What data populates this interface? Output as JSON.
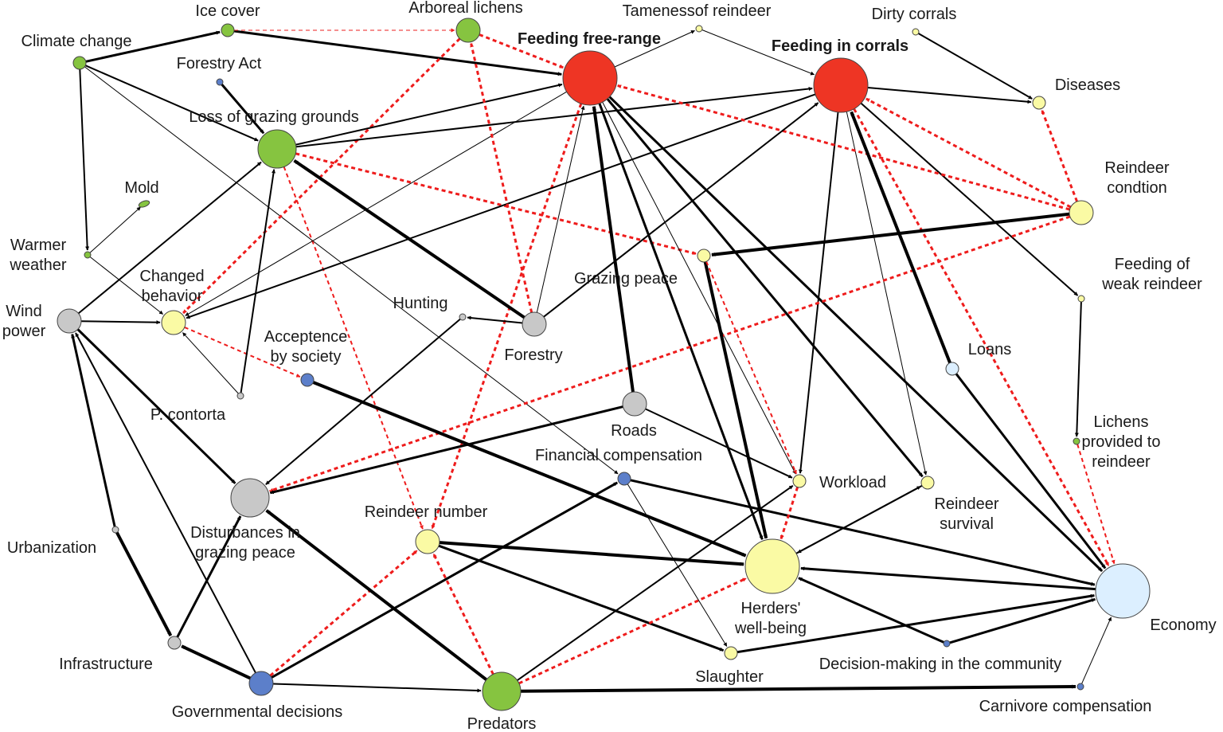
{
  "colors": {
    "red": "#ee3524",
    "green": "#86c440",
    "yellow": "#fafaa4",
    "blue": "#5c7fca",
    "lightblue": "#dcefff",
    "gray": "#c8c8c8",
    "negative": "#ee1c1c",
    "positive": "#000000"
  },
  "nodes": [
    {
      "id": "ice",
      "label": [
        "Ice cover"
      ],
      "color": "green",
      "size": "s"
    },
    {
      "id": "arb",
      "label": [
        "Arboreal lichens"
      ],
      "color": "green",
      "size": "m"
    },
    {
      "id": "tame",
      "label": [
        "Tamenessof reindeer"
      ],
      "color": "yellow",
      "size": "xs"
    },
    {
      "id": "dirty",
      "label": [
        "Dirty corrals"
      ],
      "color": "yellow",
      "size": "xs"
    },
    {
      "id": "climate",
      "label": [
        "Climate change"
      ],
      "color": "green",
      "size": "s"
    },
    {
      "id": "ffr",
      "label": [
        "Feeding free-range"
      ],
      "color": "red",
      "size": "xl",
      "bold": true
    },
    {
      "id": "fic",
      "label": [
        "Feeding in corrals"
      ],
      "color": "red",
      "size": "xl",
      "bold": true
    },
    {
      "id": "forestryact",
      "label": [
        "Forestry Act"
      ],
      "color": "blue",
      "size": "xs"
    },
    {
      "id": "diseases",
      "label": [
        "Diseases"
      ],
      "color": "yellow",
      "size": "s"
    },
    {
      "id": "loss",
      "label": [
        "Loss of grazing grounds"
      ],
      "color": "green",
      "size": "l"
    },
    {
      "id": "mold",
      "label": [
        "Mold"
      ],
      "color": "green",
      "size": "xs"
    },
    {
      "id": "warmer",
      "label": [
        "Warmer",
        "weather"
      ],
      "color": "green",
      "size": "xs"
    },
    {
      "id": "condition",
      "label": [
        "Reindeer",
        "condtion"
      ],
      "color": "yellow",
      "size": "m"
    },
    {
      "id": "changed",
      "label": [
        "Changed",
        "behavior"
      ],
      "color": "yellow",
      "size": "m"
    },
    {
      "id": "grazing",
      "label": [
        "Grazing  peace"
      ],
      "color": "yellow",
      "size": "s"
    },
    {
      "id": "weak",
      "label": [
        "Feeding of",
        "weak reindeer"
      ],
      "color": "yellow",
      "size": "xs"
    },
    {
      "id": "wind",
      "label": [
        "Wind",
        "power"
      ],
      "color": "gray",
      "size": "m"
    },
    {
      "id": "hunting",
      "label": [
        "Hunting"
      ],
      "color": "gray",
      "size": "xs"
    },
    {
      "id": "forestry",
      "label": [
        "Forestry"
      ],
      "color": "gray",
      "size": "m"
    },
    {
      "id": "acceptance",
      "label": [
        "Acceptence",
        "by society"
      ],
      "color": "blue",
      "size": "s"
    },
    {
      "id": "loans",
      "label": [
        "Loans"
      ],
      "color": "lightblue",
      "size": "s"
    },
    {
      "id": "contorta",
      "label": [
        "P. contorta"
      ],
      "color": "gray",
      "size": "xs"
    },
    {
      "id": "roads",
      "label": [
        "Roads"
      ],
      "color": "gray",
      "size": "m"
    },
    {
      "id": "lichens",
      "label": [
        "Lichens",
        "provided to",
        "reindeer"
      ],
      "color": "green",
      "size": "xs"
    },
    {
      "id": "fincomp",
      "label": [
        "Financial compensation"
      ],
      "color": "blue",
      "size": "s"
    },
    {
      "id": "workload",
      "label": [
        "Workload"
      ],
      "color": "yellow",
      "size": "s"
    },
    {
      "id": "survival",
      "label": [
        "Reindeer",
        "survival"
      ],
      "color": "yellow",
      "size": "s"
    },
    {
      "id": "disturb",
      "label": [
        "Disturbances in",
        "grazing peace"
      ],
      "color": "gray",
      "size": "l"
    },
    {
      "id": "rnumber",
      "label": [
        "Reindeer number"
      ],
      "color": "yellow",
      "size": "m"
    },
    {
      "id": "urban",
      "label": [
        "Urbanization"
      ],
      "color": "gray",
      "size": "xs"
    },
    {
      "id": "herders",
      "label": [
        "Herders'",
        "well-being"
      ],
      "color": "yellow",
      "size": "xl"
    },
    {
      "id": "economy",
      "label": [
        "Economy"
      ],
      "color": "lightblue",
      "size": "xl"
    },
    {
      "id": "infra",
      "label": [
        "Infrastructure"
      ],
      "color": "gray",
      "size": "s"
    },
    {
      "id": "slaughter",
      "label": [
        "Slaughter"
      ],
      "color": "yellow",
      "size": "s"
    },
    {
      "id": "decision",
      "label": [
        "Decision-making in the community"
      ],
      "color": "blue",
      "size": "xs"
    },
    {
      "id": "gov",
      "label": [
        "Governmental decisions"
      ],
      "color": "blue",
      "size": "m"
    },
    {
      "id": "predators",
      "label": [
        "Predators"
      ],
      "color": "green",
      "size": "l"
    },
    {
      "id": "carnivore",
      "label": [
        "Carnivore compensation"
      ],
      "color": "blue",
      "size": "xs"
    }
  ],
  "edges": [
    {
      "from": "climate",
      "to": "ice",
      "sign": "+",
      "weight": 3
    },
    {
      "from": "climate",
      "to": "warmer",
      "sign": "+",
      "weight": 2
    },
    {
      "from": "climate",
      "to": "loss",
      "sign": "+",
      "weight": 2
    },
    {
      "from": "climate",
      "to": "fincomp",
      "sign": "+",
      "weight": 1
    },
    {
      "from": "ice",
      "to": "ffr",
      "sign": "+",
      "weight": 3
    },
    {
      "from": "ice",
      "to": "arb",
      "sign": "-",
      "weight": 1
    },
    {
      "from": "arb",
      "to": "ffr",
      "sign": "-",
      "weight": 3
    },
    {
      "from": "arb",
      "to": "changed",
      "sign": "-",
      "weight": 3
    },
    {
      "from": "forestryact",
      "to": "loss",
      "sign": "+",
      "weight": 3
    },
    {
      "from": "loss",
      "to": "ffr",
      "sign": "+",
      "weight": 2
    },
    {
      "from": "loss",
      "to": "fic",
      "sign": "+",
      "weight": 2
    },
    {
      "from": "loss",
      "to": "grazing",
      "sign": "-",
      "weight": 3
    },
    {
      "from": "loss",
      "to": "rnumber",
      "sign": "-",
      "weight": 2
    },
    {
      "from": "warmer",
      "to": "mold",
      "sign": "+",
      "weight": 1
    },
    {
      "from": "warmer",
      "to": "changed",
      "sign": "+",
      "weight": 1
    },
    {
      "from": "ffr",
      "to": "tame",
      "sign": "+",
      "weight": 1
    },
    {
      "from": "ffr",
      "to": "workload",
      "sign": "+",
      "weight": 1
    },
    {
      "from": "ffr",
      "to": "herders",
      "sign": "+",
      "weight": 3
    },
    {
      "from": "ffr",
      "to": "survival",
      "sign": "+",
      "weight": 3
    },
    {
      "from": "ffr",
      "to": "economy",
      "sign": "+",
      "weight": 3
    },
    {
      "from": "ffr",
      "to": "changed",
      "sign": "+",
      "weight": 1
    },
    {
      "from": "ffr",
      "to": "rnumber",
      "sign": "-",
      "weight": 3
    },
    {
      "from": "fic",
      "to": "diseases",
      "sign": "+",
      "weight": 2
    },
    {
      "from": "fic",
      "to": "weak",
      "sign": "+",
      "weight": 2
    },
    {
      "from": "fic",
      "to": "changed",
      "sign": "+",
      "weight": 2
    },
    {
      "from": "fic",
      "to": "workload",
      "sign": "+",
      "weight": 2
    },
    {
      "from": "fic",
      "to": "survival",
      "sign": "+",
      "weight": 1
    },
    {
      "from": "fic",
      "to": "economy",
      "sign": "-",
      "weight": 3
    },
    {
      "from": "dirty",
      "to": "diseases",
      "sign": "+",
      "weight": 2
    },
    {
      "from": "tame",
      "to": "fic",
      "sign": "+",
      "weight": 1
    },
    {
      "from": "condition",
      "to": "ffr",
      "sign": "-",
      "weight": 3
    },
    {
      "from": "condition",
      "to": "fic",
      "sign": "-",
      "weight": 3
    },
    {
      "from": "condition",
      "to": "diseases",
      "sign": "-",
      "weight": 3
    },
    {
      "from": "condition",
      "to": "grazing",
      "sign": "+",
      "weight": 4
    },
    {
      "from": "condition",
      "to": "disturb",
      "sign": "-",
      "weight": 3
    },
    {
      "from": "weak",
      "to": "lichens",
      "sign": "+",
      "weight": 2
    },
    {
      "from": "lichens",
      "to": "economy",
      "sign": "-",
      "weight": 2
    },
    {
      "from": "wind",
      "to": "changed",
      "sign": "+",
      "weight": 2
    },
    {
      "from": "wind",
      "to": "loss",
      "sign": "+",
      "weight": 2
    },
    {
      "from": "wind",
      "to": "disturb",
      "sign": "+",
      "weight": 3
    },
    {
      "from": "forestry",
      "to": "loss",
      "sign": "+",
      "weight": 4
    },
    {
      "from": "forestry",
      "to": "hunting",
      "sign": "+",
      "weight": 2
    },
    {
      "from": "forestry",
      "to": "ffr",
      "sign": "+",
      "weight": 1
    },
    {
      "from": "forestry",
      "to": "fic",
      "sign": "+",
      "weight": 2
    },
    {
      "from": "forestry",
      "to": "arb",
      "sign": "-",
      "weight": 3
    },
    {
      "from": "hunting",
      "to": "disturb",
      "sign": "+",
      "weight": 2
    },
    {
      "from": "changed",
      "to": "acceptance",
      "sign": "-",
      "weight": 2
    },
    {
      "from": "acceptance",
      "to": "herders",
      "sign": "+",
      "weight": 4
    },
    {
      "from": "contorta",
      "to": "loss",
      "sign": "+",
      "weight": 2
    },
    {
      "from": "contorta",
      "to": "changed",
      "sign": "+",
      "weight": 1
    },
    {
      "from": "roads",
      "to": "ffr",
      "sign": "+",
      "weight": 4
    },
    {
      "from": "roads",
      "to": "workload",
      "sign": "+",
      "weight": 2
    },
    {
      "from": "roads",
      "to": "disturb",
      "sign": "+",
      "weight": 3
    },
    {
      "from": "grazing",
      "to": "herders",
      "sign": "+",
      "weight": 4
    },
    {
      "from": "grazing",
      "to": "workload",
      "sign": "-",
      "weight": 2
    },
    {
      "from": "loans",
      "to": "fic",
      "sign": "+",
      "weight": 4
    },
    {
      "from": "loans",
      "to": "economy",
      "sign": "+",
      "weight": 3
    },
    {
      "from": "fincomp",
      "to": "slaughter",
      "sign": "+",
      "weight": 1
    },
    {
      "from": "fincomp",
      "to": "economy",
      "sign": "+",
      "weight": 3
    },
    {
      "from": "workload",
      "to": "herders",
      "sign": "-",
      "weight": 3
    },
    {
      "from": "survival",
      "to": "herders",
      "sign": "+",
      "weight": 2
    },
    {
      "from": "rnumber",
      "to": "herders",
      "sign": "+",
      "weight": 4
    },
    {
      "from": "rnumber",
      "to": "slaughter",
      "sign": "+",
      "weight": 3
    },
    {
      "from": "urban",
      "to": "infra",
      "sign": "+",
      "weight": 4
    },
    {
      "from": "urban",
      "to": "wind",
      "sign": "+",
      "weight": 3
    },
    {
      "from": "infra",
      "to": "disturb",
      "sign": "+",
      "weight": 3
    },
    {
      "from": "gov",
      "to": "infra",
      "sign": "+",
      "weight": 4
    },
    {
      "from": "gov",
      "to": "wind",
      "sign": "+",
      "weight": 2
    },
    {
      "from": "gov",
      "to": "fincomp",
      "sign": "+",
      "weight": 3
    },
    {
      "from": "gov",
      "to": "rnumber",
      "sign": "-",
      "weight": 3
    },
    {
      "from": "gov",
      "to": "predators",
      "sign": "+",
      "weight": 2
    },
    {
      "from": "predators",
      "to": "disturb",
      "sign": "+",
      "weight": 4
    },
    {
      "from": "predators",
      "to": "rnumber",
      "sign": "-",
      "weight": 3
    },
    {
      "from": "predators",
      "to": "herders",
      "sign": "-",
      "weight": 3
    },
    {
      "from": "predators",
      "to": "carnivore",
      "sign": "+",
      "weight": 4
    },
    {
      "from": "predators",
      "to": "workload",
      "sign": "+",
      "weight": 2
    },
    {
      "from": "slaughter",
      "to": "economy",
      "sign": "+",
      "weight": 3
    },
    {
      "from": "decision",
      "to": "herders",
      "sign": "+",
      "weight": 3
    },
    {
      "from": "decision",
      "to": "economy",
      "sign": "+",
      "weight": 3
    },
    {
      "from": "economy",
      "to": "herders",
      "sign": "+",
      "weight": 3
    },
    {
      "from": "carnivore",
      "to": "economy",
      "sign": "+",
      "weight": 1
    },
    {
      "from": "herders",
      "to": "survival",
      "sign": "+",
      "weight": 2
    }
  ]
}
